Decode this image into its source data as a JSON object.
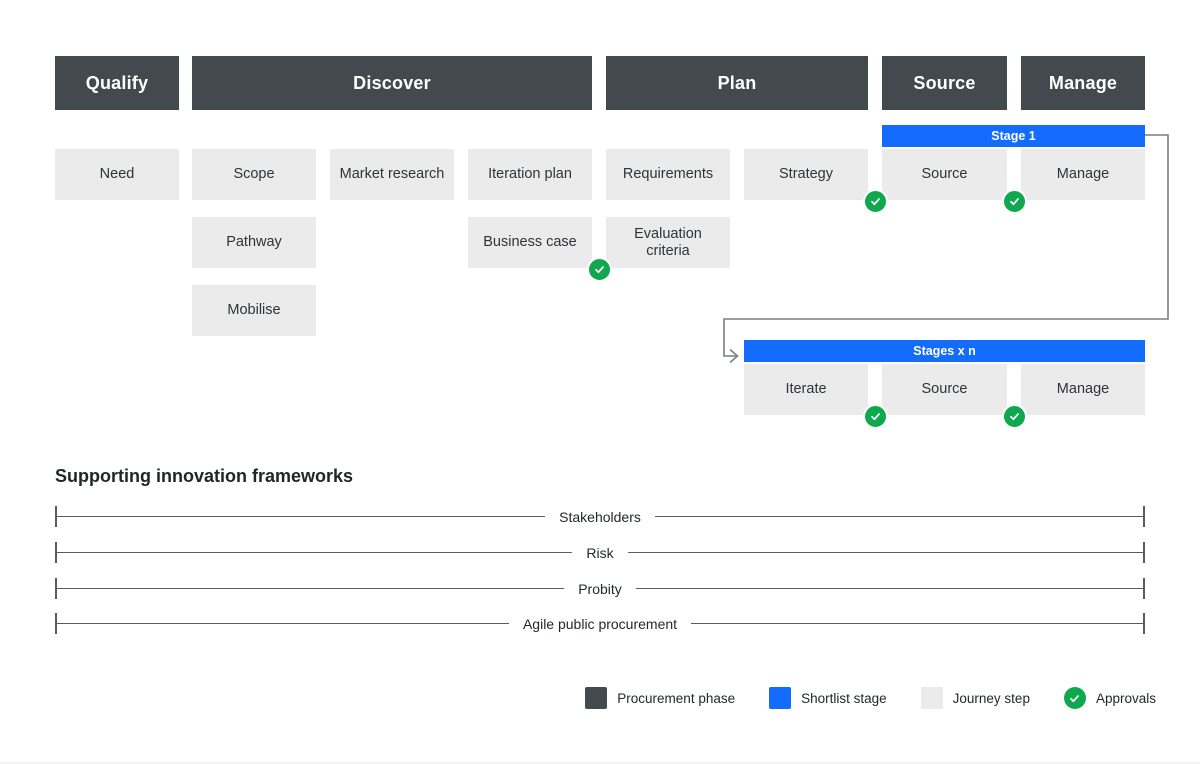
{
  "phases": [
    {
      "label": "Qualify"
    },
    {
      "label": "Discover"
    },
    {
      "label": "Plan"
    },
    {
      "label": "Source"
    },
    {
      "label": "Manage"
    }
  ],
  "journey": {
    "row1": [
      {
        "label": "Need"
      },
      {
        "label": "Scope"
      },
      {
        "label": "Market research"
      },
      {
        "label": "Iteration plan"
      },
      {
        "label": "Requirements"
      },
      {
        "label": "Strategy",
        "approved": true
      },
      {
        "label": "Source",
        "approved": true
      },
      {
        "label": "Manage"
      }
    ],
    "row2": [
      {
        "label": "Pathway"
      },
      {
        "label": "Business case",
        "approved": true
      },
      {
        "label": "Evaluation criteria"
      }
    ],
    "row3": [
      {
        "label": "Mobilise"
      }
    ]
  },
  "stage1": {
    "label": "Stage 1"
  },
  "stages_n": {
    "label": "Stages x n",
    "steps": [
      {
        "label": "Iterate",
        "approved": true
      },
      {
        "label": "Source",
        "approved": true
      },
      {
        "label": "Manage"
      }
    ]
  },
  "frameworks": {
    "heading": "Supporting innovation frameworks",
    "items": [
      "Stakeholders",
      "Risk",
      "Probity",
      "Agile public procurement"
    ]
  },
  "legend": {
    "items": [
      {
        "swatch": "procurement-phase",
        "label": "Procurement phase"
      },
      {
        "swatch": "shortlist-stage",
        "label": "Shortlist stage"
      },
      {
        "swatch": "journey-step",
        "label": "Journey step"
      },
      {
        "swatch": "approvals",
        "label": "Approvals"
      }
    ]
  },
  "colors": {
    "procurement_phase": "#424a4d",
    "shortlist_stage": "#146cfd",
    "journey_step": "#ebebeb",
    "approval_green": "#0fa84e",
    "framework_line": "#595d5f",
    "connector_line": "#7a7e81"
  }
}
